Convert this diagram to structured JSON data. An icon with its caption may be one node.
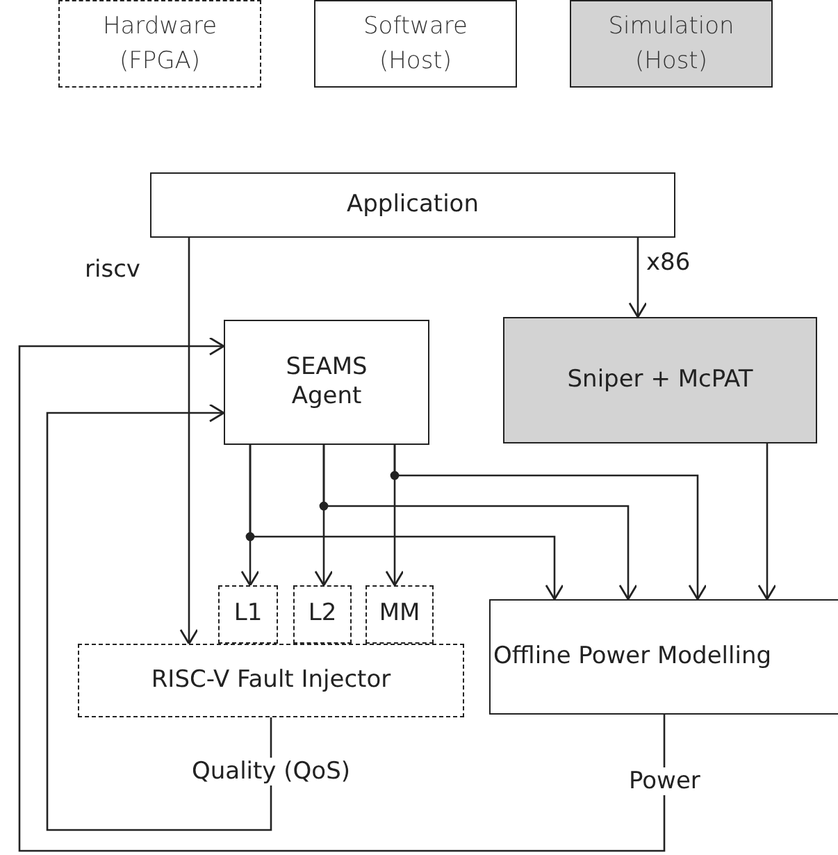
{
  "diagram": {
    "nodes": [
      {
        "text": [
          "Application"
        ]
      },
      {
        "text": [
          "SEAMS Agent"
        ]
      },
      {
        "text": [
          "Sniper + McPAT"
        ]
      },
      {
        "text": [
          "RISC-V Fault Injector"
        ]
      },
      {
        "text": [
          "L1"
        ]
      },
      {
        "text": [
          "L2"
        ]
      },
      {
        "text": [
          "MM"
        ]
      },
      {
        "text": [
          "Offline Power Modelling"
        ]
      }
    ],
    "edges": [
      {
        "from": 0,
        "to": 3,
        "arrow": "to",
        "label": "riscv"
      },
      {
        "from": 0,
        "to": 2,
        "arrow": "to",
        "label": "x86"
      },
      {
        "from": 1,
        "to": 4,
        "arrow": "to"
      },
      {
        "from": 1,
        "to": 5,
        "arrow": "to"
      },
      {
        "from": 1,
        "to": 6,
        "arrow": "to"
      },
      {
        "from": 1,
        "to": 7,
        "arrow": "to"
      },
      {
        "from": 1,
        "to": 7,
        "arrow": "to"
      },
      {
        "from": 1,
        "to": 7,
        "arrow": "to"
      },
      {
        "from": 2,
        "to": 7,
        "arrow": "to"
      },
      {
        "from": 3,
        "to": 1,
        "arrow": "to",
        "label": "Quality (QoS)"
      },
      {
        "from": 7,
        "to": 1,
        "arrow": "to",
        "label": "Power"
      }
    ],
    "legend": [
      {
        "text": "Hardware (FPGA)"
      },
      {
        "text": "Software (Host)"
      },
      {
        "text": "Simulation (Host)",
        "color": "#d3d3d3"
      }
    ]
  }
}
